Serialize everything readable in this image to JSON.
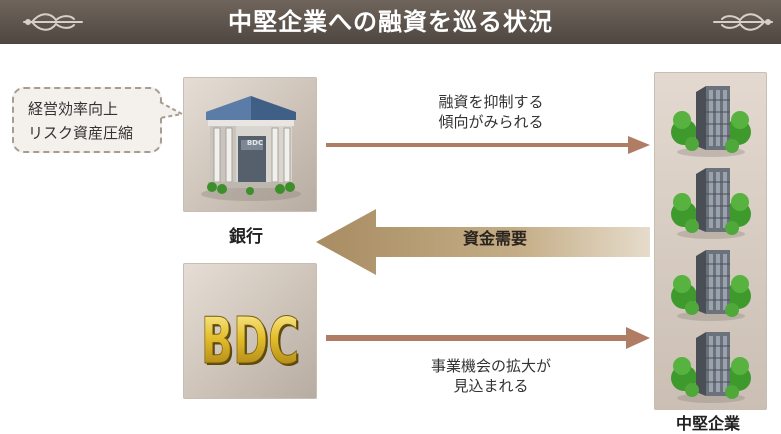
{
  "header": {
    "title": "中堅企業への融資を巡る状況"
  },
  "speech_bubble": {
    "lines": [
      "経営効率向上",
      "リスク資産圧縮"
    ]
  },
  "bank": {
    "label": "銀行",
    "building_sign": "BDC"
  },
  "bdc": {
    "logo_text": "BDC"
  },
  "companies": {
    "label": "中堅企業",
    "count": 4
  },
  "arrows": {
    "restrict": {
      "lines": [
        "融資を抑制する",
        "傾向がみられる"
      ]
    },
    "demand": {
      "label": "資金需要"
    },
    "opportunity": {
      "lines": [
        "事業機会の拡大が",
        "見込まれる"
      ]
    }
  },
  "colors": {
    "header_bg": "#5d544c",
    "arrow_brown": "#b07c64",
    "demand_arrow": "#b9a17a",
    "tile_bg": "#d6ccc2",
    "bdc_gold": "#d9b225"
  }
}
